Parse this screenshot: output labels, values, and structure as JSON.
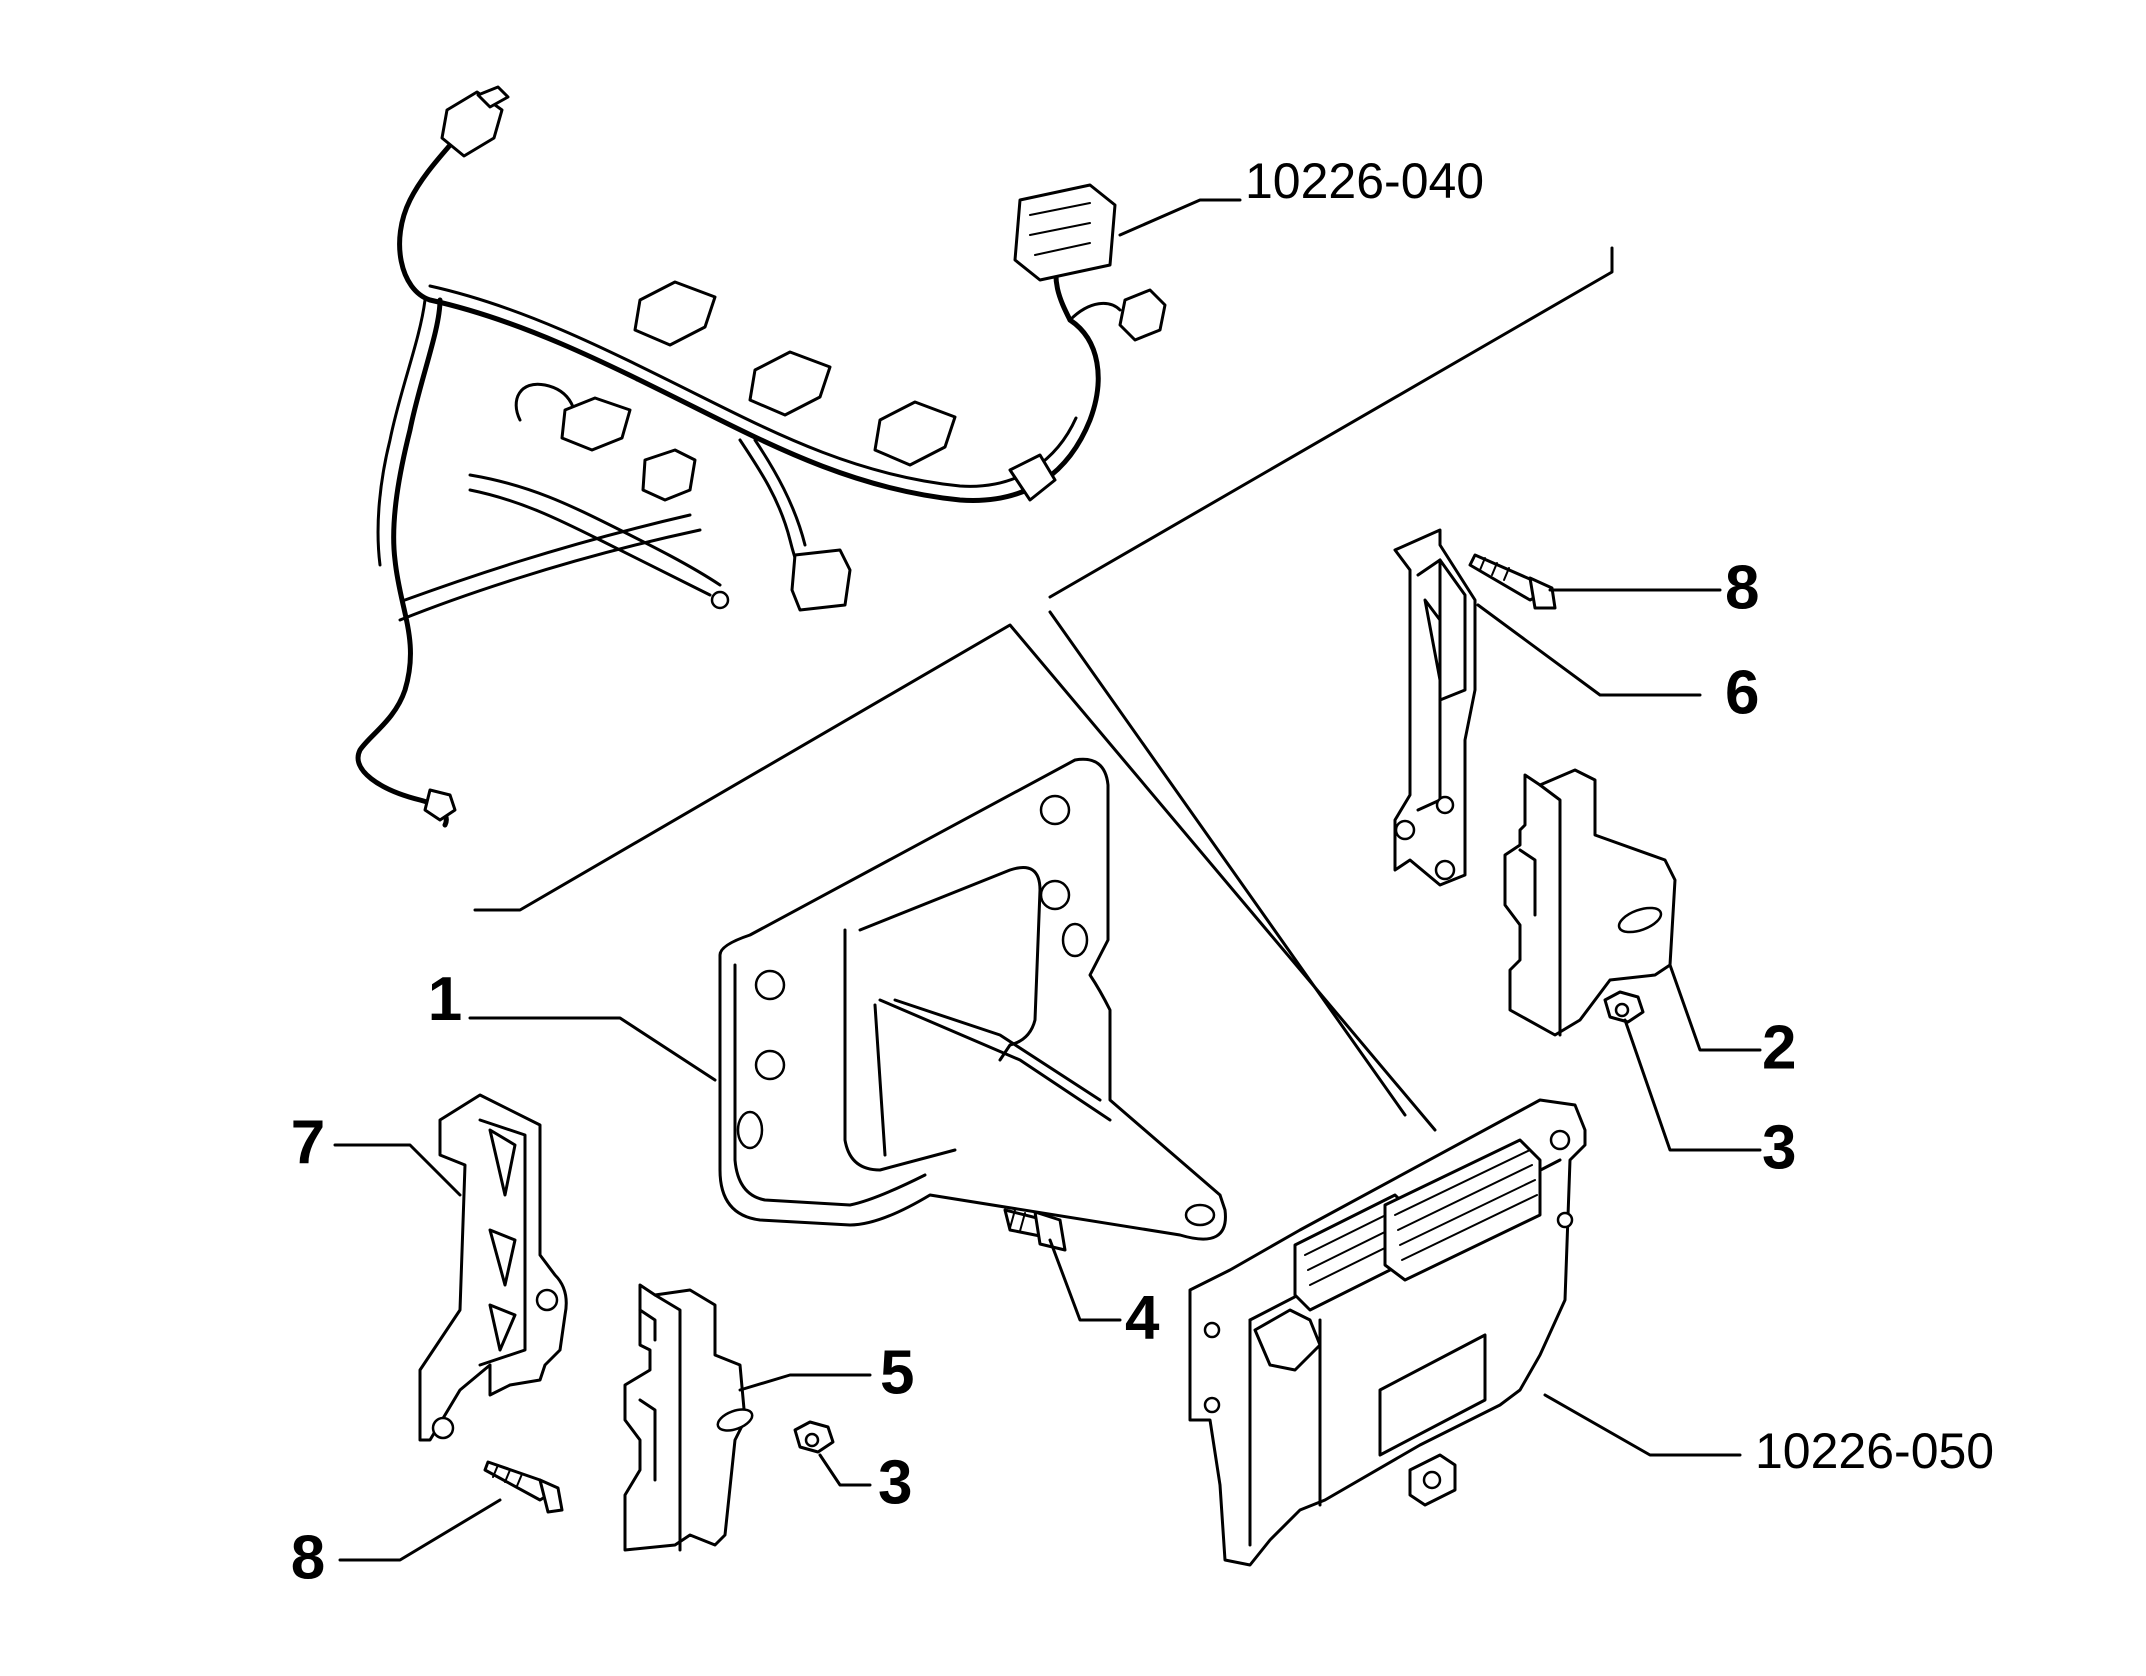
{
  "callouts": {
    "harness_code": "10226-040",
    "ecu_code": "10226-050",
    "c1": "1",
    "c2": "2",
    "c3a": "3",
    "c3b": "3",
    "c4": "4",
    "c5": "5",
    "c6": "6",
    "c7": "7",
    "c8a": "8",
    "c8b": "8"
  }
}
